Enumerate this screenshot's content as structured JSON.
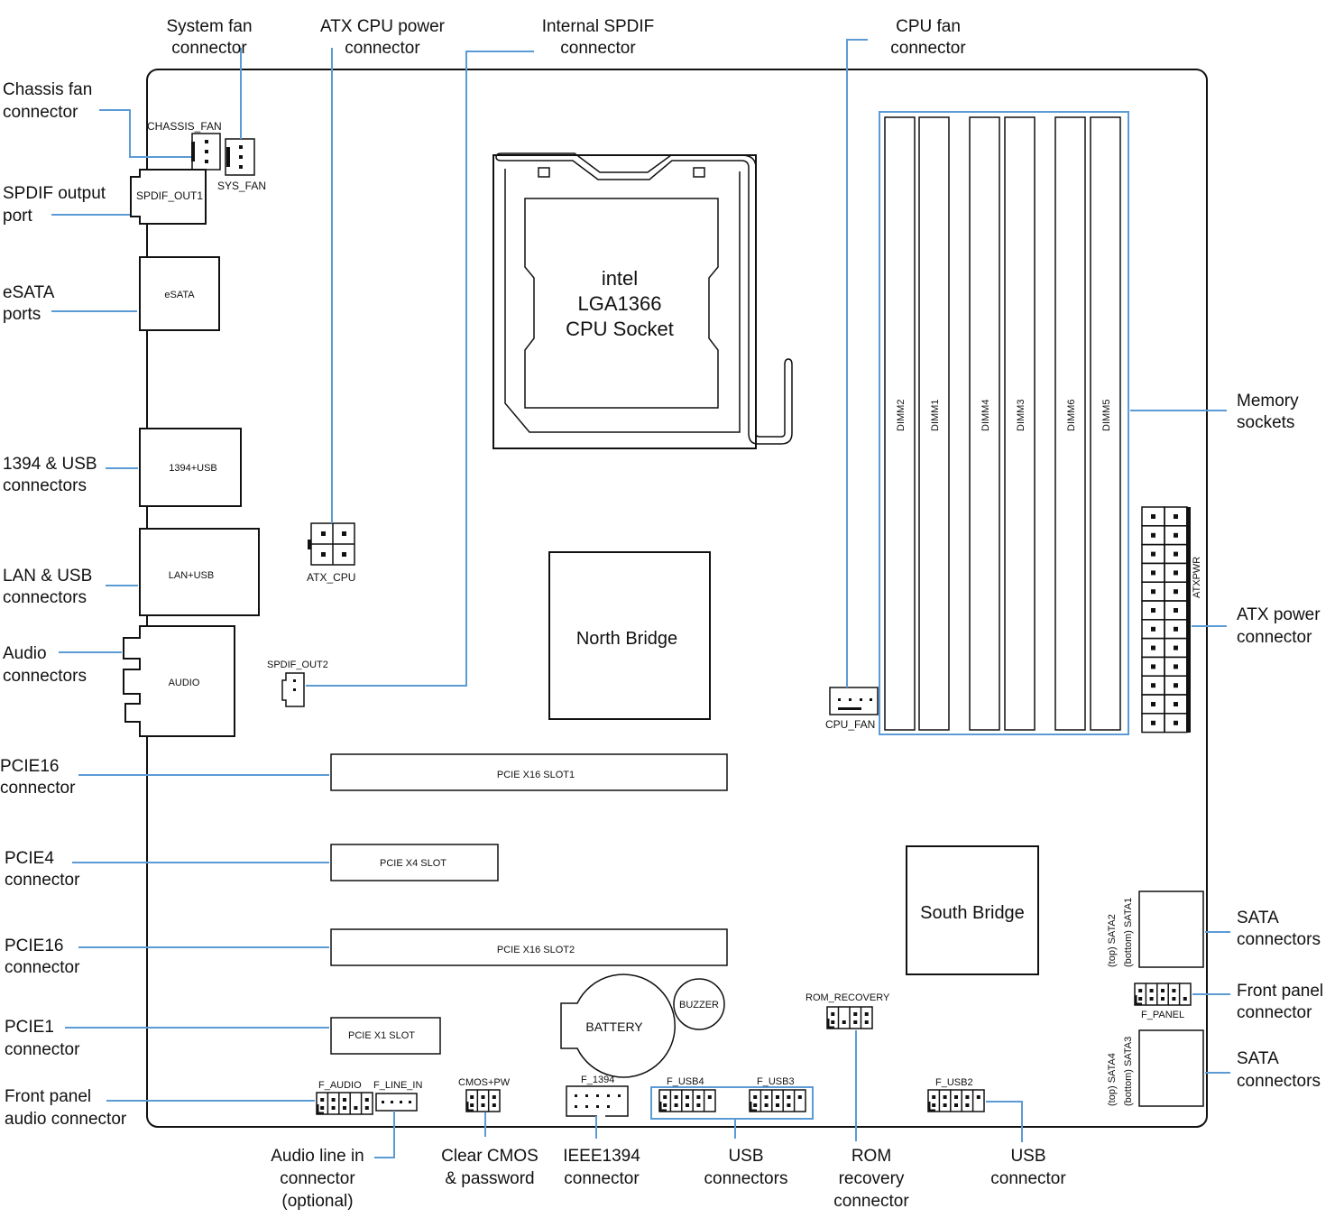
{
  "colors": {
    "leader": "#5b9bd5",
    "outline": "#111111",
    "background": "#ffffff"
  },
  "callouts": {
    "system_fan": [
      "System fan",
      "connector"
    ],
    "atx_cpu_power": [
      "ATX CPU power",
      "connector"
    ],
    "internal_spdif": [
      "Internal SPDIF",
      "connector"
    ],
    "cpu_fan": [
      "CPU fan",
      "connector"
    ],
    "chassis_fan": [
      "Chassis fan",
      "connector"
    ],
    "spdif_output": [
      "SPDIF output",
      "port"
    ],
    "esata": [
      "eSATA",
      "ports"
    ],
    "ieee1394_usb": [
      "1394 & USB",
      "connectors"
    ],
    "lan_usb": [
      "LAN & USB",
      "connectors"
    ],
    "audio": [
      "Audio",
      "connectors"
    ],
    "pcie16_1": [
      "PCIE16",
      "connector"
    ],
    "pcie4": [
      "PCIE4",
      "connector"
    ],
    "pcie16_2": [
      "PCIE16",
      "connector"
    ],
    "pcie1": [
      "PCIE1",
      "connector"
    ],
    "front_audio": [
      "Front panel",
      "audio connector"
    ],
    "memory": [
      "Memory",
      "sockets"
    ],
    "atx_power": [
      "ATX power",
      "connector"
    ],
    "sata_top": [
      "SATA",
      "connectors"
    ],
    "front_panel": [
      "Front panel",
      "connector"
    ],
    "sata_bottom": [
      "SATA",
      "connectors"
    ],
    "line_in": [
      "Audio line in",
      "connector",
      "(optional)"
    ],
    "clear_cmos": [
      "Clear CMOS",
      "& password"
    ],
    "ieee1394": [
      "IEEE1394",
      "connector"
    ],
    "usb_pair": [
      "USB",
      "connectors"
    ],
    "rom_recovery": [
      "ROM",
      "recovery",
      "connector"
    ],
    "usb_single": [
      "USB",
      "connector"
    ]
  },
  "board": {
    "chassis_fan": "CHASSIS_FAN",
    "sys_fan": "SYS_FAN",
    "spdif_out1": "SPDIF_OUT1",
    "esata": "eSATA",
    "ieee1394_usb": "1394+USB",
    "lan_usb": "LAN+USB",
    "audio": "AUDIO",
    "atx_cpu": "ATX_CPU",
    "spdif_out2": "SPDIF_OUT2",
    "cpu_socket": [
      "intel",
      "LGA1366",
      "CPU Socket"
    ],
    "north_bridge": "North Bridge",
    "south_bridge": "South Bridge",
    "cpu_fan": "CPU_FAN",
    "dimms": [
      "DIMM2",
      "DIMM1",
      "DIMM4",
      "DIMM3",
      "DIMM6",
      "DIMM5"
    ],
    "atxpwr": "ATXPWR",
    "pcie_x16_slot1": "PCIE X16 SLOT1",
    "pcie_x4_slot": "PCIE X4 SLOT",
    "pcie_x16_slot2": "PCIE X16 SLOT2",
    "pcie_x1_slot": "PCIE X1 SLOT",
    "battery": "BATTERY",
    "buzzer": "BUZZER",
    "rom_recovery": "ROM_RECOVERY",
    "sata12": [
      "(top) SATA2",
      "(bottom) SATA1"
    ],
    "sata34": [
      "(top) SATA4",
      "(bottom) SATA3"
    ],
    "f_panel": "F_PANEL",
    "f_audio": "F_AUDIO",
    "f_line_in": "F_LINE_IN",
    "cmos_pw": "CMOS+PW",
    "f_1394": "F_1394",
    "f_usb4": "F_USB4",
    "f_usb3": "F_USB3",
    "f_usb2": "F_USB2"
  }
}
